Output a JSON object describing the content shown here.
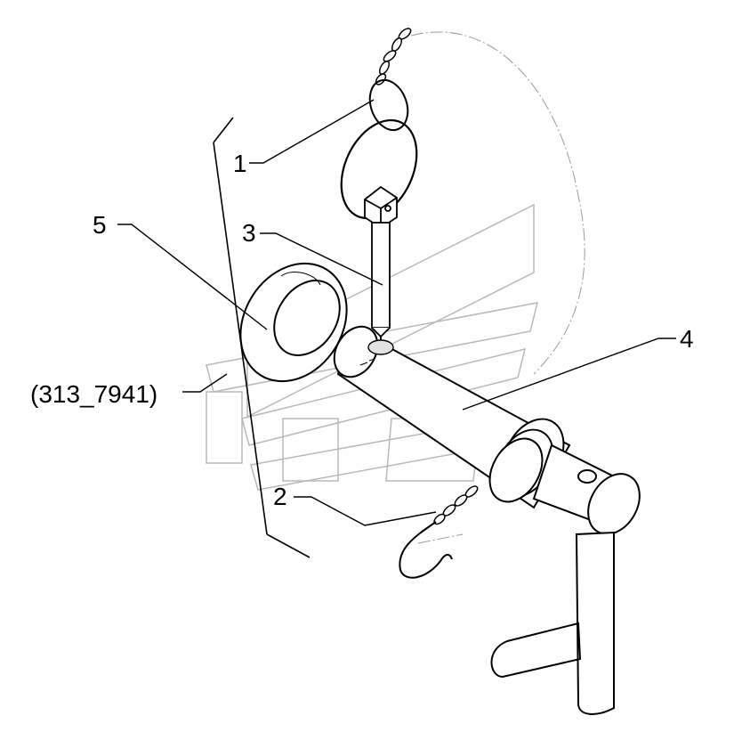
{
  "callouts": {
    "c1": "1",
    "c2": "2",
    "c3": "3",
    "c4": "4",
    "c5": "5",
    "reference": "(313_7941)"
  },
  "colors": {
    "line": "#000000",
    "watermark": "#b8b8b8",
    "phantom": "#9a9a9a",
    "shade": "#e2e2e2",
    "background": "#ffffff"
  }
}
